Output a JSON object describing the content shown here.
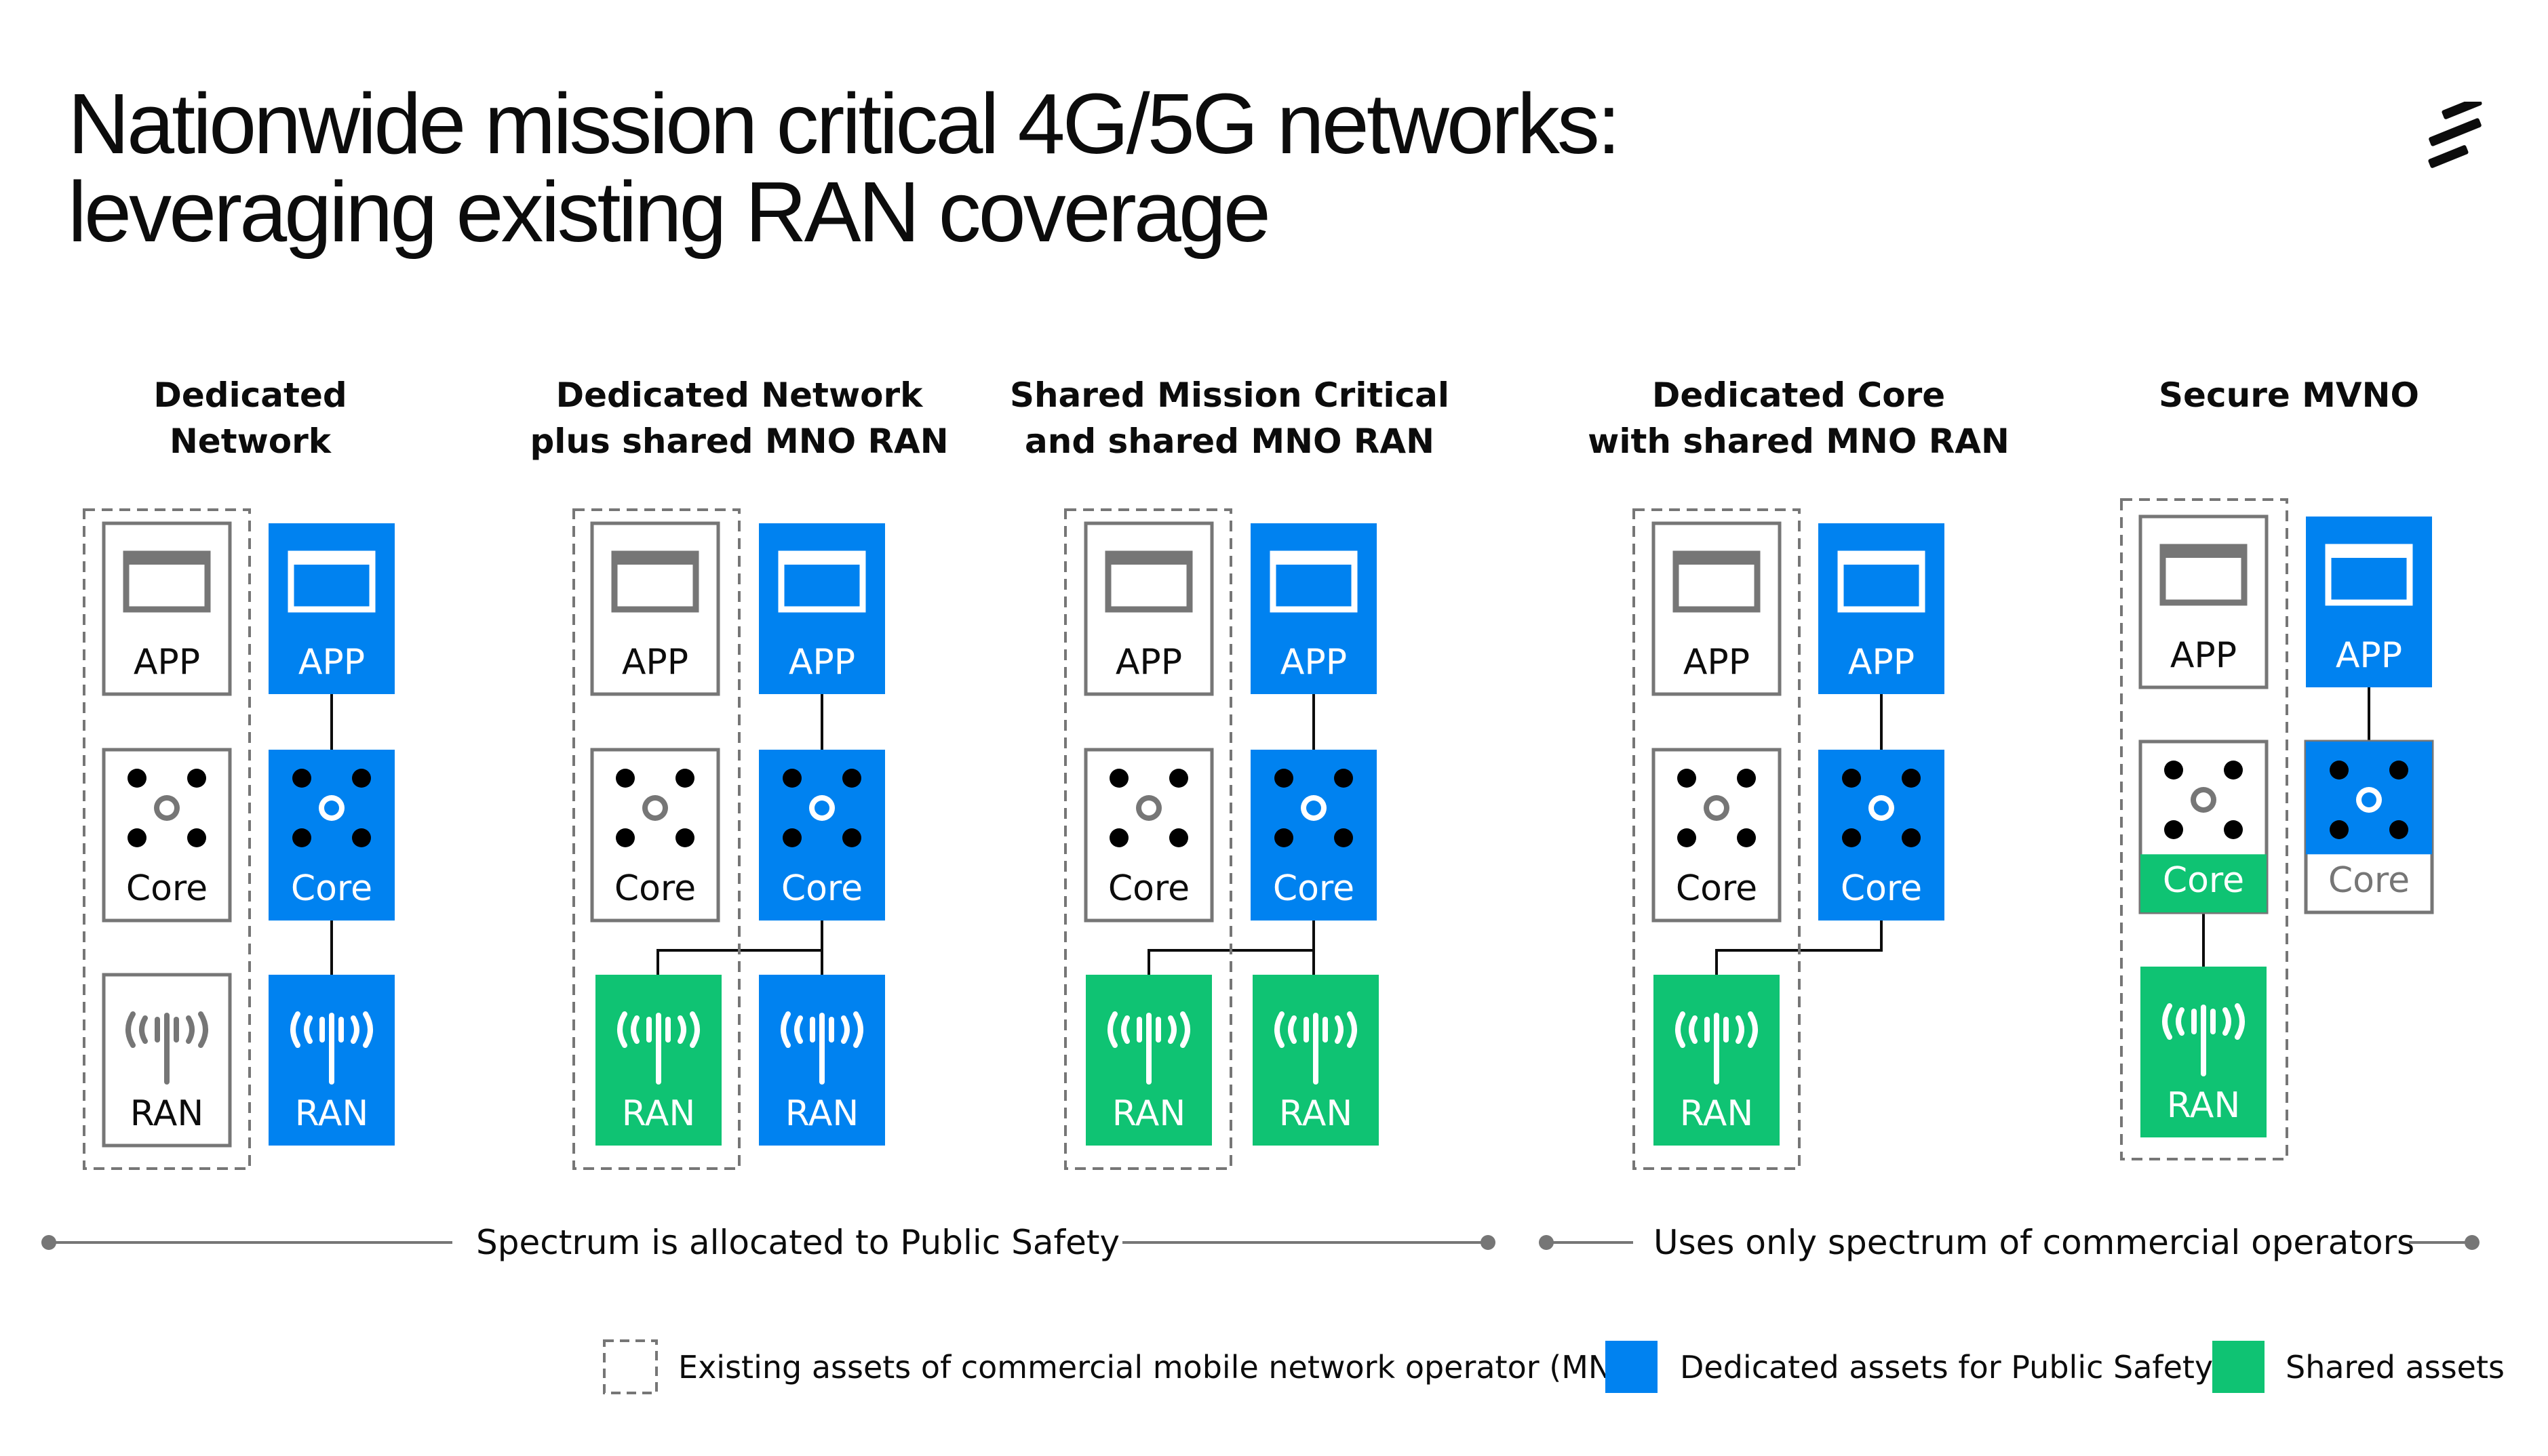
{
  "title": {
    "line1": "Nationwide mission critical 4G/5G networks:",
    "line2": "leveraging existing RAN coverage"
  },
  "colors": {
    "blue": "#0082f0",
    "green": "#0fc373",
    "grey": "#767676",
    "dark": "#0c0c0c"
  },
  "columns": [
    {
      "line1": "Dedicated",
      "line2": "Network"
    },
    {
      "line1": "Dedicated Network",
      "line2": "plus shared MNO RAN"
    },
    {
      "line1": "Shared Mission Critical",
      "line2": "and shared MNO RAN"
    },
    {
      "line1": "Dedicated Core",
      "line2": "with shared MNO RAN"
    },
    {
      "line1": "Secure MVNO",
      "line2": ""
    }
  ],
  "labels": {
    "app": "APP",
    "core": "Core",
    "ran": "RAN"
  },
  "axis": {
    "left": "Spectrum is allocated to Public Safety",
    "right": "Uses only spectrum of commercial operators"
  },
  "legend": {
    "existing": "Existing assets of commercial mobile network operator (MNO)",
    "dedicated": "Dedicated assets for Public Safety",
    "shared": "Shared assets"
  }
}
